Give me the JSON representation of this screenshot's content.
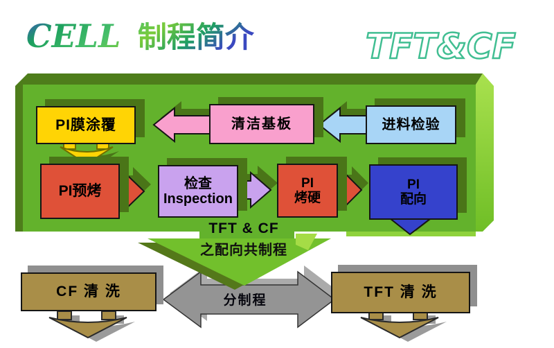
{
  "slide_title": {
    "left_en": "CELL",
    "left_cn": "制程简介",
    "right": "TFT&CF"
  },
  "process_board": {
    "row1": {
      "coating": {
        "label": "PI膜涂覆",
        "color": "#ffd405"
      },
      "clean": {
        "label": "清洁基板",
        "color": "#f9a0cd"
      },
      "incoming": {
        "label": "进料检验",
        "color": "#a8d5f6"
      }
    },
    "row2": {
      "prebake": {
        "label": "PI预烤",
        "color": "#df5138"
      },
      "inspection": {
        "line1": "检查",
        "line2": "Inspection",
        "color": "#c9a2ee"
      },
      "hardbake": {
        "line1": "PI",
        "line2": "烤硬",
        "color": "#df5138"
      },
      "alignment": {
        "line1": "PI",
        "line2": "配向",
        "color": "#3542cc"
      }
    }
  },
  "center_arrow": {
    "line1": "TFT & CF",
    "line2": "之配向共制程"
  },
  "bottom_row": {
    "cf_clean": {
      "label": "CF 清 洗",
      "color": "#a98e48"
    },
    "split": {
      "label": "分制程",
      "color": "#949494"
    },
    "tft_clean": {
      "label": "TFT 清 洗",
      "color": "#a98e48"
    }
  },
  "palette": {
    "board_front_green": "#63b22c",
    "board_dark_green": "#4e7d1b",
    "board_light_green": "#8fd23c",
    "box_shadow_green": "#4a7518",
    "box_shadow_gray": "#8f8f8f",
    "big_arrow_green": "#72c02c",
    "big_arrow_shadow": "#54781a",
    "title_gradient_green": "#2db167",
    "title_outline_teal": "#41be92"
  }
}
